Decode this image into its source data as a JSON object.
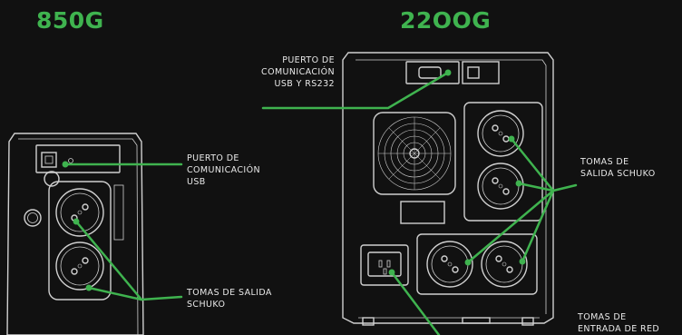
{
  "titles": {
    "left": "850G",
    "right": "22OOG"
  },
  "labels": {
    "small_comm": [
      "PUERTO DE",
      "COMUNICACIÓN",
      "USB"
    ],
    "small_outlets": [
      "TOMAS DE SALIDA",
      "SCHUKO"
    ],
    "big_comm": [
      "PUERTO DE",
      "COMUNICACIÓN",
      "USB Y RS232"
    ],
    "big_outlets": [
      "TOMAS DE",
      "SALIDA SCHUKO"
    ],
    "big_input": [
      "TOMAS DE",
      "ENTRADA DE RED"
    ]
  },
  "colors": {
    "accent": "#3fb34f",
    "background": "#111111",
    "outline": "#d0d0d0",
    "text": "#e8e8e8"
  }
}
